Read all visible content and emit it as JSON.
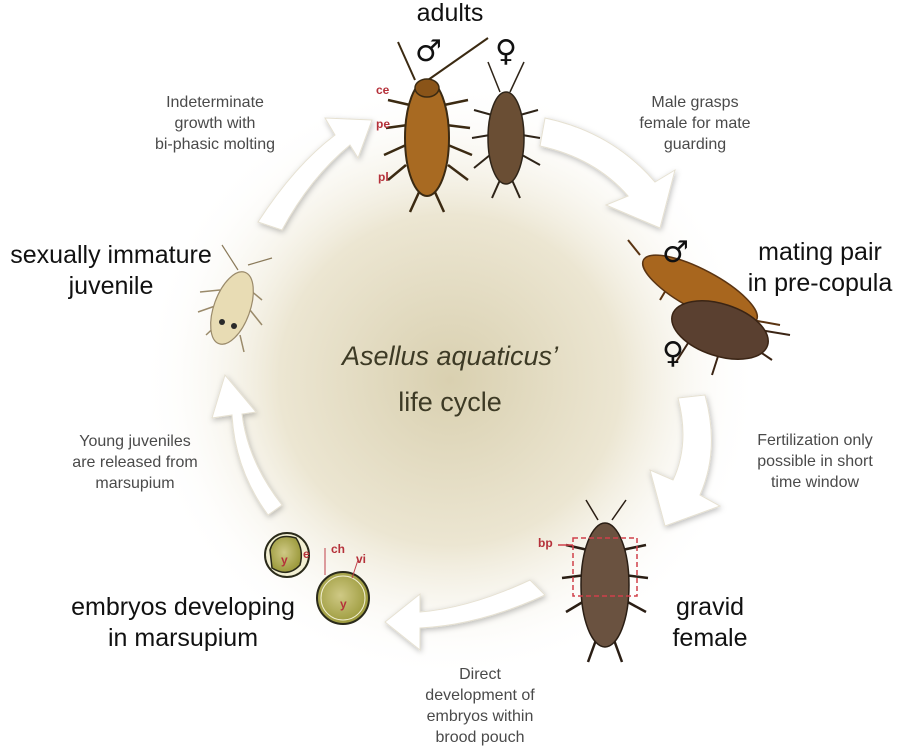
{
  "center": {
    "title_species": "Asellus aquaticus’",
    "title_rest": "life cycle"
  },
  "stages": {
    "adults": "adults",
    "mating": [
      "mating pair",
      "in pre-copula"
    ],
    "gravid": [
      "gravid",
      "female"
    ],
    "embryos": [
      "embryos developing",
      "in marsupium"
    ],
    "juvenile": [
      "sexually immature",
      "juvenile"
    ]
  },
  "transitions": {
    "grasp": [
      "Male grasps",
      "female for mate",
      "guarding"
    ],
    "fertilization": [
      "Fertilization only",
      "possible in short",
      "time window"
    ],
    "direct": [
      "Direct",
      "development of",
      "embryos within",
      "brood pouch"
    ],
    "release": [
      "Young juveniles",
      "are released from",
      "marsupium"
    ],
    "growth": [
      "Indeterminate",
      "growth with",
      "bi-phasic molting"
    ]
  },
  "symbols": {
    "male": "♂",
    "female": "♀"
  },
  "anatomy_labels": {
    "ce": "ce",
    "pe": "pe",
    "pl": "pl",
    "bp": "bp",
    "ch": "ch",
    "vi": "vi",
    "y1": "y",
    "e": "e",
    "y2": "y"
  },
  "colors": {
    "text": "#111111",
    "transition_text": "#4a4a4a",
    "annotation_red": "#b5313a",
    "center_glow": "#d9d0b0",
    "arrow_fill": "#ffffff"
  }
}
